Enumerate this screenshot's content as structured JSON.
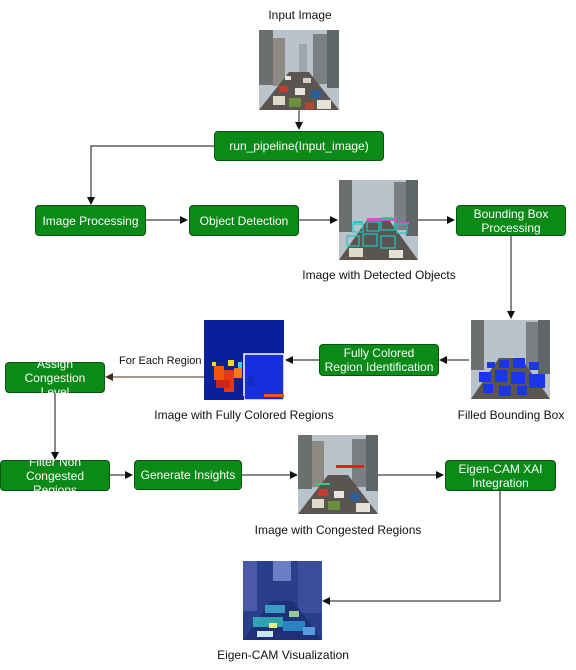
{
  "colors": {
    "node_fill": "#0b8a18",
    "node_border": "#06540e",
    "node_text": "#ffffff",
    "arrow": "#111111",
    "arrow_brown": "#4a2b12"
  },
  "captions": {
    "input_image": "Input Image",
    "detected": "Image with Detected Objects",
    "filled_bbox": "Filled Bounding Box",
    "fully_colored": "Image with Fully Colored Regions",
    "congested": "Image with Congested Regions",
    "eigencam_vis": "Eigen-CAM Visualization"
  },
  "nodes": {
    "run_pipeline": "run_pipeline(Input_image)",
    "image_processing": "Image Processing",
    "object_detection": "Object Detection",
    "bbox_processing": "Bounding Box Processing",
    "fully_colored_id": "Fully Colored Region Identification",
    "assign_congestion": "Assign Congestion Level",
    "filter_non_congested": "Filter Non Congested Regions",
    "generate_insights": "Generate Insights",
    "eigencam_integration": "Eigen-CAM XAI Integration"
  },
  "edge_labels": {
    "for_each_region": "For Each Region"
  },
  "images": {
    "input": "street-traffic-photo",
    "detected": "street-photo-with-detection-boxes",
    "filled": "street-photo-with-blue-filled-boxes",
    "colored": "blue-region-map-with-colored-regions",
    "congested": "street-photo-with-congestion-marks",
    "eigencam": "eigen-cam-heatmap-overlay"
  }
}
